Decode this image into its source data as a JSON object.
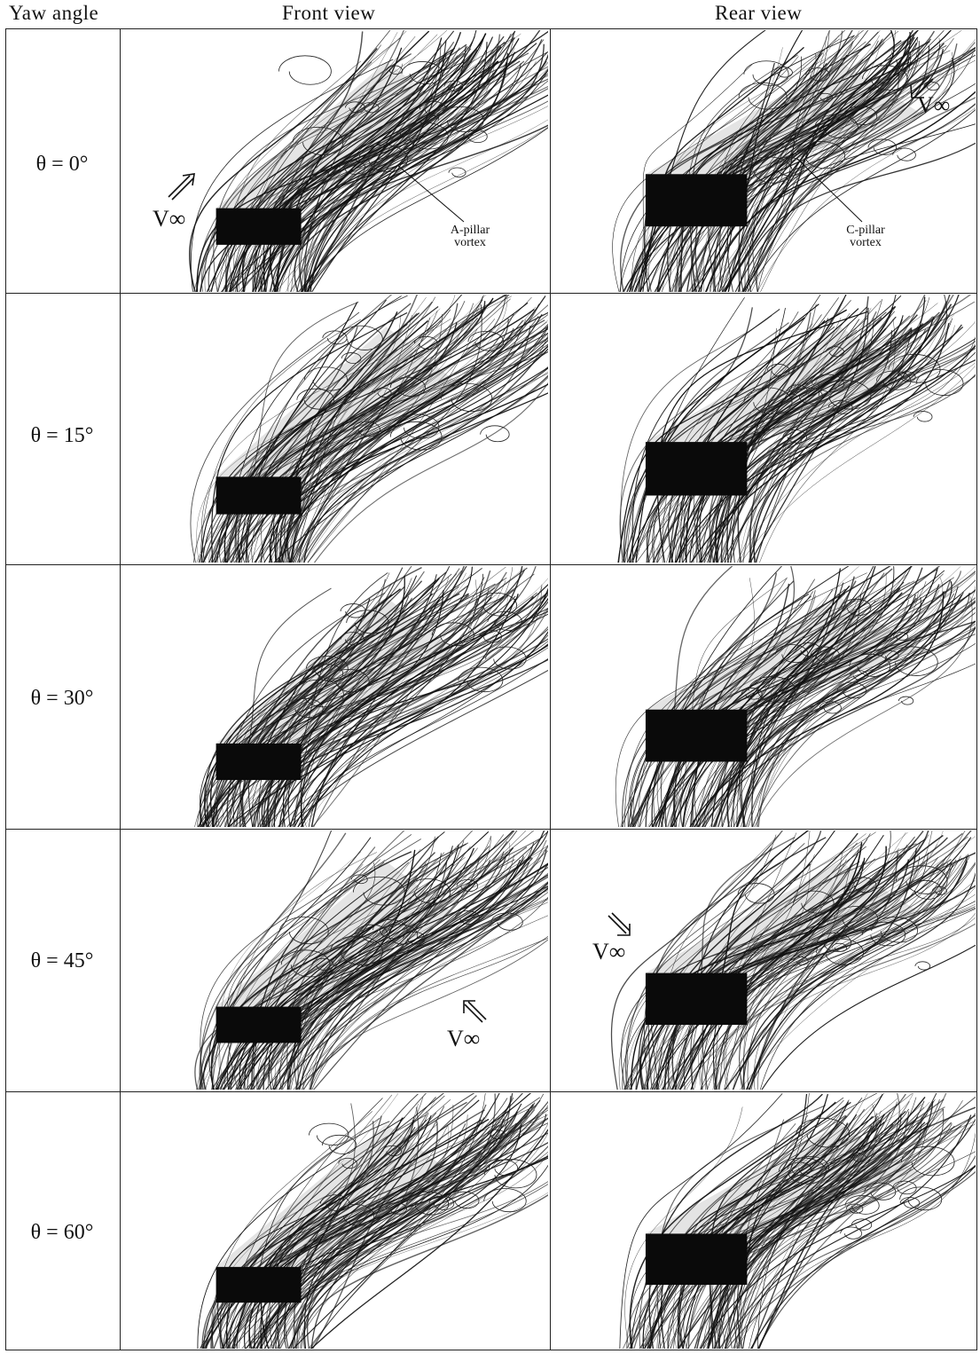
{
  "headers": {
    "yaw_angle": "Yaw angle",
    "front_view": "Front view",
    "rear_view": "Rear view"
  },
  "rows": [
    {
      "angle": "θ = 0°"
    },
    {
      "angle": "θ = 15°"
    },
    {
      "angle": "θ = 30°"
    },
    {
      "angle": "θ = 45°"
    },
    {
      "angle": "θ = 60°"
    }
  ],
  "annotations": {
    "a_pillar": [
      "A-pillar",
      "vortex"
    ],
    "c_pillar": [
      "C-pillar",
      "vortex"
    ],
    "v_inf": "V∞"
  }
}
